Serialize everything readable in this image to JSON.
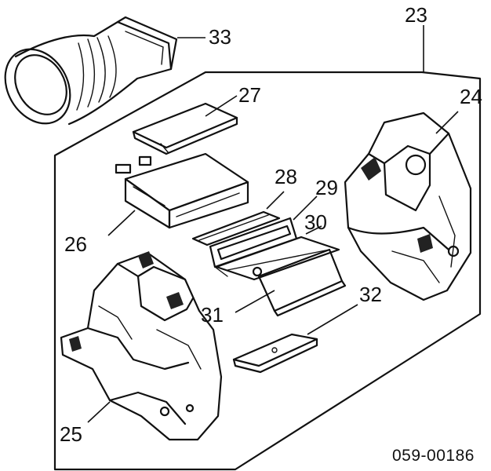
{
  "figure": {
    "callouts": [
      {
        "id": "c23",
        "text": "23"
      },
      {
        "id": "c24",
        "text": "24"
      },
      {
        "id": "c25",
        "text": "25"
      },
      {
        "id": "c26",
        "text": "26"
      },
      {
        "id": "c27",
        "text": "27"
      },
      {
        "id": "c28",
        "text": "28"
      },
      {
        "id": "c29",
        "text": "29"
      },
      {
        "id": "c30",
        "text": "30"
      },
      {
        "id": "c31",
        "text": "31"
      },
      {
        "id": "c32",
        "text": "32"
      },
      {
        "id": "c33",
        "text": "33"
      }
    ],
    "drawing_code": "059-00186"
  }
}
